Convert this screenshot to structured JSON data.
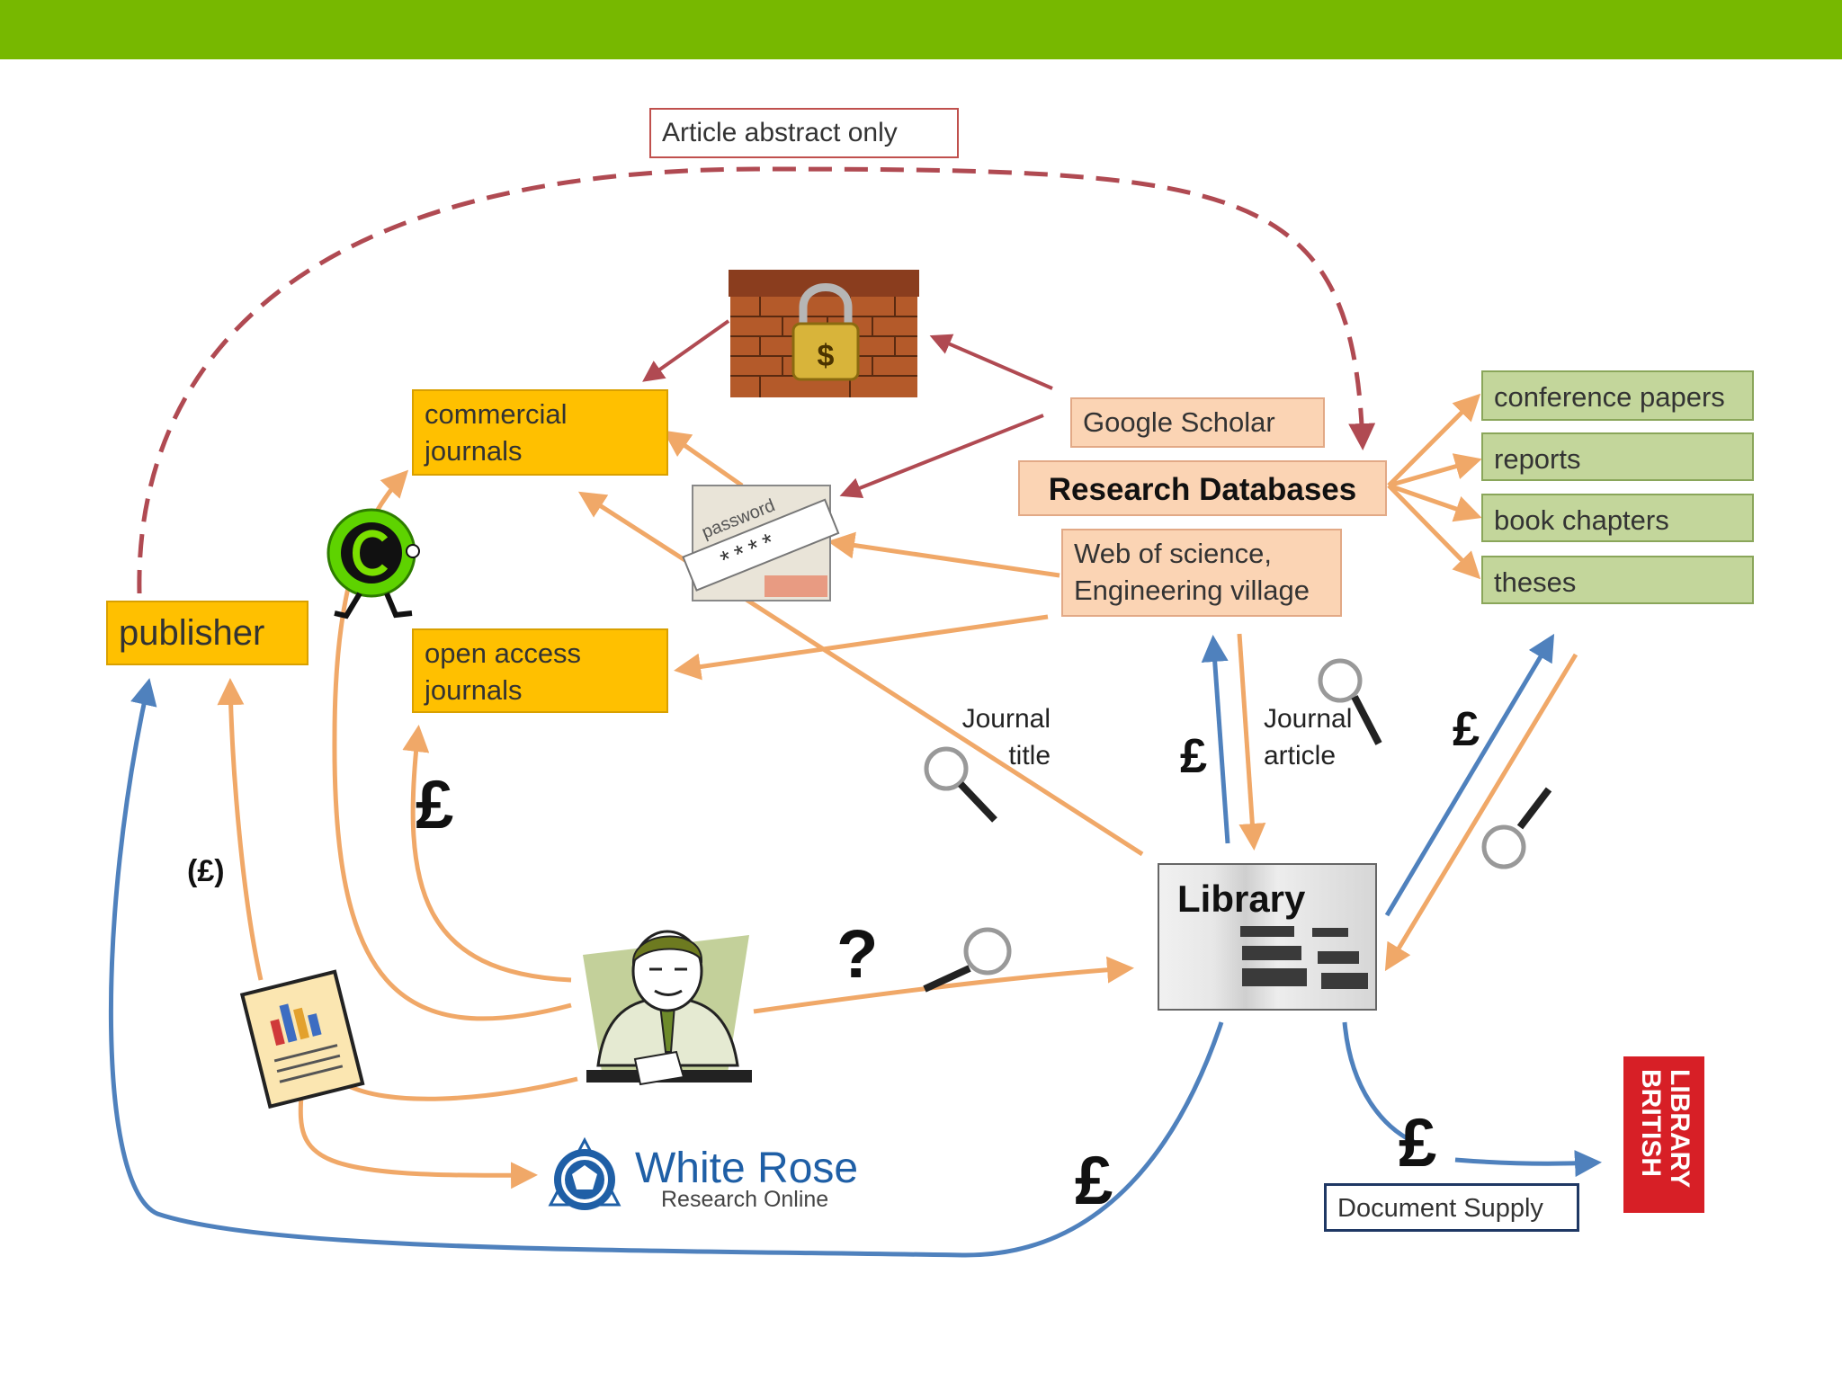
{
  "boxes": {
    "abstract_only": "Article abstract only",
    "commercial_journals": [
      "commercial",
      "journals"
    ],
    "open_access_journals": [
      "open access",
      "journals"
    ],
    "publisher": "publisher",
    "google_scholar": "Google Scholar",
    "research_databases": "Research Databases",
    "web_of_science": [
      "Web of science,",
      "Engineering village"
    ],
    "conference_papers": "conference papers",
    "reports": "reports",
    "book_chapters": "book chapters",
    "theses": "theses",
    "document_supply": "Document Supply"
  },
  "labels": {
    "journal_title": [
      "Journal",
      "title"
    ],
    "journal_article": [
      "Journal",
      "article"
    ],
    "pound": "£",
    "pound_optional": "(£)",
    "question": "?",
    "library": "Library",
    "white_rose": "White Rose",
    "white_rose_sub": "Research Online",
    "british_library": [
      "LIBRARY",
      "BRITISH"
    ],
    "password_text": "password",
    "password_stars": "****",
    "safe_symbol": "$"
  },
  "colors": {
    "top_bar": "#77b800",
    "orange_arrow": "#f0a868",
    "blue_arrow": "#4f81bd",
    "red_arrow": "#b04a52",
    "yellow_box": "#ffc000",
    "salmon_box": "#fbd4b4",
    "green_box": "#c3d69b",
    "british_library_red": "#d71f26"
  },
  "icons": [
    "brick-safe-padlock-icon",
    "password-screen-icon",
    "copyright-character-icon",
    "magnifier-icon",
    "researcher-clipart-icon",
    "document-chart-icon",
    "white-rose-logo-icon",
    "british-library-logo-icon"
  ]
}
